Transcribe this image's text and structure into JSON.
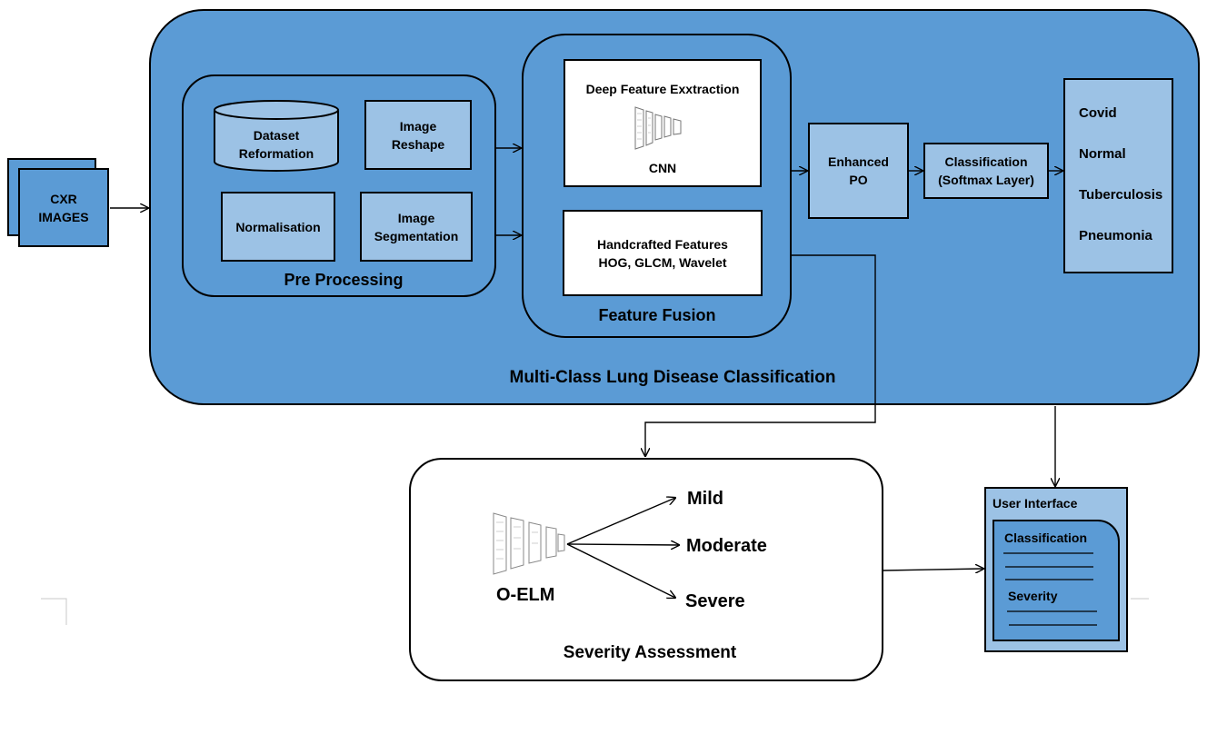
{
  "input": {
    "line1": "CXR",
    "line2": "IMAGES"
  },
  "main_panel": {
    "title": "Multi-Class Lung Disease Classification"
  },
  "preprocessing": {
    "title": "Pre Processing",
    "dataset": {
      "line1": "Dataset",
      "line2": "Reformation"
    },
    "reshape": {
      "line1": "Image",
      "line2": "Reshape"
    },
    "normalisation": {
      "label": "Normalisation"
    },
    "segmentation": {
      "line1": "Image",
      "line2": "Segmentation"
    }
  },
  "feature_fusion": {
    "title": "Feature Fusion",
    "deep": {
      "title": "Deep Feature Exxtraction",
      "caption": "CNN"
    },
    "handcrafted": {
      "line1": "Handcrafted Features",
      "line2": "HOG, GLCM, Wavelet"
    }
  },
  "optimizer": {
    "line1": "Enhanced",
    "line2": "PO"
  },
  "classifier": {
    "line1": "Classification",
    "line2": "(Softmax Layer)"
  },
  "classes": [
    "Covid",
    "Normal",
    "Tuberculosis",
    "Pneumonia"
  ],
  "severity": {
    "title": "Severity Assessment",
    "model": "O-ELM",
    "levels": [
      "Mild",
      "Moderate",
      "Severe"
    ]
  },
  "ui": {
    "title": "User Interface",
    "classification_label": "Classification",
    "severity_label": "Severity"
  },
  "colors": {
    "panel": "#5b9bd5",
    "box": "#9cc2e5",
    "line": "#000000"
  }
}
